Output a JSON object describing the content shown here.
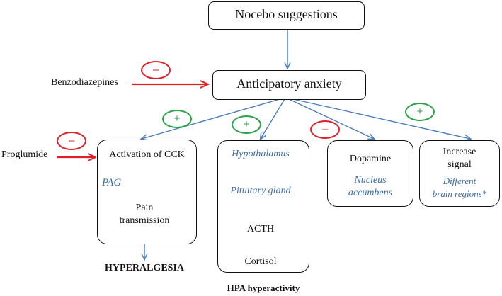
{
  "nodes": {
    "nocebo": "Nocebo suggestions",
    "anxiety": "Anticipatory anxiety",
    "benzodiazepines": "Benzodiazepines",
    "proglumide": "Proglumide",
    "cck": "Activation of CCK",
    "pag": "PAG",
    "pain_line1": "Pain",
    "pain_line2": "transmission",
    "hyperalgesia": "HYPERALGESIA",
    "hypothalamus": "Hypothalamus",
    "pituitary": "Pituitary gland",
    "acth": "ACTH",
    "cortisol": "Cortisol",
    "hpa": "HPA hyperactivity",
    "dopamine": "Dopamine",
    "nucleus_line1": "Nucleus",
    "nucleus_line2": "accumbens",
    "increase_line1": "Increase",
    "increase_line2": "signal",
    "brain_line1": "Different",
    "brain_line2": "brain regions*"
  },
  "badges": {
    "minus": "–",
    "plus": "+"
  },
  "colors": {
    "arrow_blue": "#4a7ebb",
    "inhibit_red": "#e41e26",
    "activate_green": "#2aa34a",
    "italic_blue": "#3b6da6"
  }
}
